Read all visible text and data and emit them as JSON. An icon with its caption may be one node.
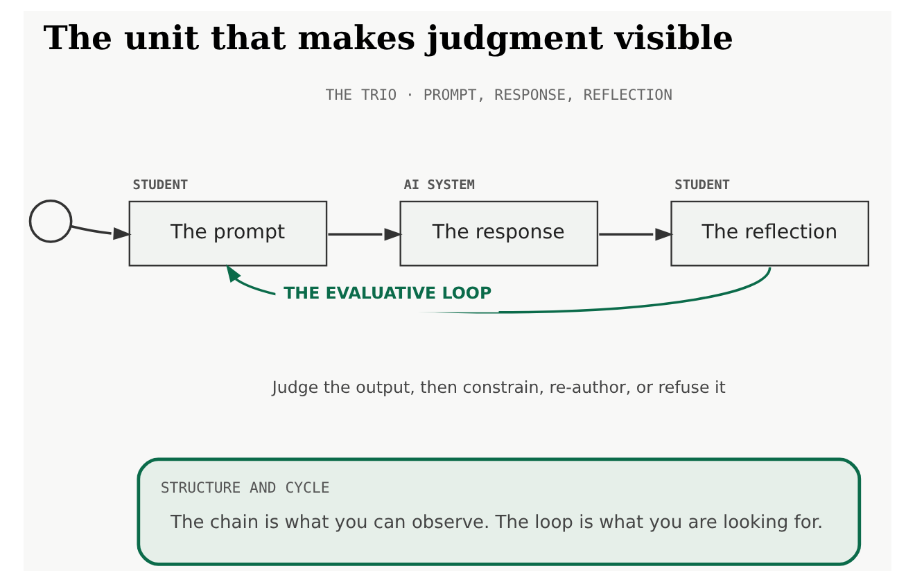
{
  "diagram": {
    "title": "The unit that makes judgment visible",
    "nodes": [
      {
        "text": [],
        "shape": "person"
      },
      {
        "text": [
          "The prompt"
        ],
        "beside": [
          "STUDENT"
        ]
      },
      {
        "text": [
          "The response"
        ],
        "beside": [
          "AI SYSTEM"
        ]
      },
      {
        "text": [
          "The reflection"
        ],
        "beside": [
          "STUDENT"
        ]
      },
      {
        "text": [
          "STRUCTURE AND CYCLE",
          "The chain is what you can observe. The loop is what you are looking for."
        ]
      }
    ],
    "edges": [
      {
        "from": 0,
        "to": 1,
        "arrow": "to"
      },
      {
        "from": 1,
        "to": 2,
        "arrow": "to"
      },
      {
        "from": 2,
        "to": 3,
        "arrow": "to"
      },
      {
        "from": 3,
        "to": 1,
        "arrow": "to",
        "label": "THE EVALUATIVE LOOP",
        "color": "#0b6b4a"
      }
    ],
    "labels": [
      "THE TRIO · PROMPT, RESPONSE, REFLECTION",
      "Judge the output, then constrain, re-author, or refuse it"
    ]
  }
}
